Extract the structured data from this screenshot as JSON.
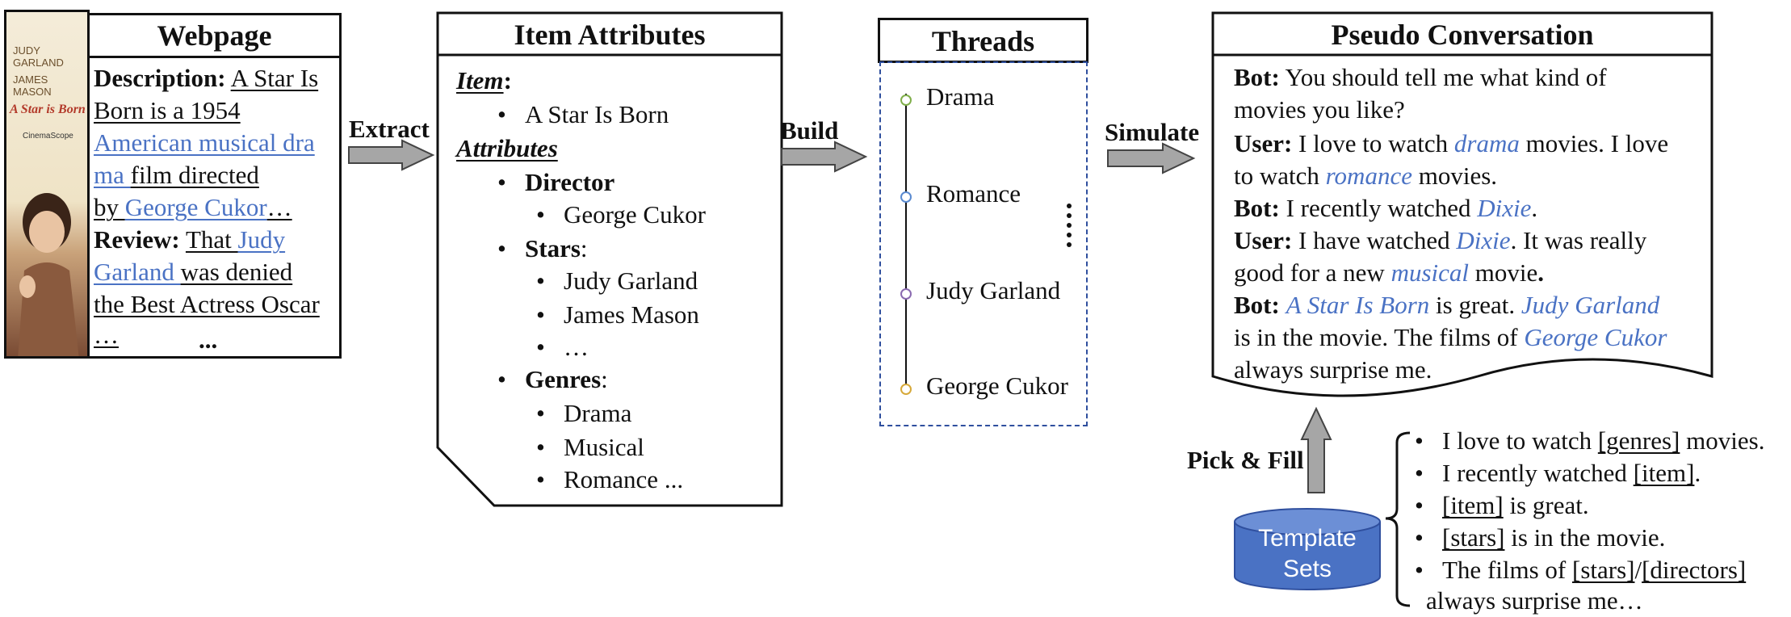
{
  "webpage": {
    "title": "Webpage",
    "poster_text": [
      "JUDY GARLAND",
      "JAMES MASON",
      "A Star is Born",
      "CinemaScope"
    ],
    "description_label": "Description:",
    "desc_l1": "A Star Is",
    "desc_l2": "Born is a 1954",
    "desc_l3_link": "American musical dra",
    "desc_l4_link": "ma ",
    "desc_l4_rest": "film directed",
    "desc_l5_pre": "by ",
    "desc_l5_link": "George Cukor",
    "desc_l5_post": "…",
    "review_label": "Review:",
    "rev_l1_pre": "That ",
    "rev_l1_link": "Judy",
    "rev_l2_link": "Garland ",
    "rev_l2_rest": "was denied",
    "rev_l3": "the Best Actress Oscar",
    "rev_l4": "…",
    "rev_more": "..."
  },
  "arrows": {
    "extract": "Extract",
    "build": "Build",
    "simulate": "Simulate",
    "pick_fill": "Pick & Fill"
  },
  "attributes": {
    "title": "Item Attributes",
    "item_label": "Item",
    "item_value": "A Star Is Born",
    "attributes_label": "Attributes",
    "director_label": "Director",
    "director": "George Cukor",
    "stars_label": "Stars",
    "stars": [
      "Judy Garland",
      "James Mason",
      "…"
    ],
    "genres_label": "Genres",
    "genres": [
      "Drama",
      "Musical",
      "Romance ..."
    ]
  },
  "threads": {
    "title": "Threads",
    "items": [
      "Drama",
      "Romance",
      "Judy Garland",
      "George Cukor"
    ]
  },
  "conversation": {
    "title": "Pseudo Conversation",
    "bot1_label": "Bot:",
    "bot1_l1": "You should tell me what kind of",
    "bot1_l2": "movies you like?",
    "user1_label": "User:",
    "user1_a": "I love to watch ",
    "user1_drama": "drama",
    "user1_b": " movies. I love",
    "user1_c": "to watch ",
    "user1_romance": "romance",
    "user1_d": " movies.",
    "bot2_label": "Bot:",
    "bot2_a": "I recently watched ",
    "bot2_dixie": "Dixie",
    "bot2_b": ".",
    "user2_label": "User:",
    "user2_a": "I have watched ",
    "user2_dixie": "Dixie",
    "user2_b": ". It was really",
    "user2_c": "good for a new ",
    "user2_musical": "musical",
    "user2_d": " movie",
    "user2_e": ".",
    "bot3_label": "Bot:",
    "bot3_star": "A Star Is Born",
    "bot3_a": " is great. ",
    "bot3_judy": "Judy Garland",
    "bot3_b": "is in the movie. The films of ",
    "bot3_cukor": "George Cukor",
    "bot3_c": "always surprise me."
  },
  "templates": {
    "db_label_1": "Template",
    "db_label_2": "Sets",
    "t1_a": "I love to watch ",
    "t1_slot": "[genres]",
    "t1_b": " movies.",
    "t2_a": "I recently watched ",
    "t2_slot": "[item]",
    "t2_b": ".",
    "t3_slot": "[item]",
    "t3_b": " is great.",
    "t4_slot": "[stars]",
    "t4_b": " is in the movie.",
    "t5_a": "The films of ",
    "t5_slot1": "[stars]",
    "t5_sep": "/",
    "t5_slot2": "[directors]",
    "t5_c": "always surprise me…"
  },
  "colors": {
    "link_blue": "#4a72c4",
    "db_blue": "#4a72c4",
    "arrow_gray": "#a6a6a6",
    "thread_border": "#2f4f9e"
  }
}
